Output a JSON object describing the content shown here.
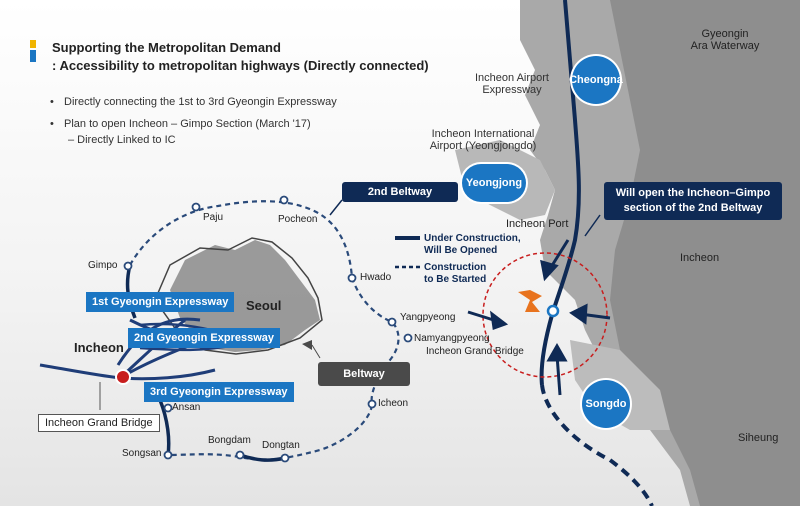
{
  "header": {
    "title_line1": "Supporting the Metropolitan Demand",
    "title_line2": ": Accessibility to metropolitan highways (Directly connected)",
    "bullet1": "Directly connecting the 1st to 3rd Gyeongin Expressway",
    "bullet2": "Plan to open Incheon – Gimpo Section (March '17)",
    "bullet2_sub": "– Directly Linked to IC"
  },
  "legend": {
    "solid_line1": "Under Construction,",
    "solid_line2": "Will Be Opened",
    "dashed_line1": "Construction",
    "dashed_line2": "to Be Started"
  },
  "callouts": {
    "second_beltway": "2nd Beltway",
    "beltway": "Beltway",
    "incheon_gimpo_line1": "Will open the Incheon–Gimpo",
    "incheon_gimpo_line2": "section of the 2nd Beltway",
    "incheon_grand_bridge_box": "Incheon Grand Bridge"
  },
  "expressways": {
    "first": "1st Gyeongin Expressway",
    "second": "2nd Gyeongin Expressway",
    "third": "3rd Gyeongin Expressway"
  },
  "cities": {
    "cheongna": "Cheongna",
    "yeongjong": "Yeongjong",
    "songdo": "Songdo"
  },
  "places": {
    "gyeongin_ara_1": "Gyeongin",
    "gyeongin_ara_2": "Ara Waterway",
    "airport_exp_1": "Incheon Airport",
    "airport_exp_2": "Expressway",
    "intl_airport_1": "Incheon International",
    "intl_airport_2": "Airport (Yeongjongdo)",
    "incheon_port": "Incheon Port",
    "incheon_east": "Incheon",
    "siheung": "Siheung",
    "seoul": "Seoul",
    "incheon_west": "Incheon",
    "paju": "Paju",
    "pocheon": "Pocheon",
    "gimpo": "Gimpo",
    "hwado": "Hwado",
    "yangpyeong": "Yangpyeong",
    "namyangpyeong": "Namyangpyeong",
    "incheon_grand_bridge": "Incheon Grand Bridge",
    "icheon": "Icheon",
    "ansan": "Ansan",
    "bongdam": "Bongdam",
    "dongtan": "Dongtan",
    "songsan": "Songsan"
  },
  "colors": {
    "navy": "#0f2a55",
    "blue": "#1b76c3",
    "land": "#9a9a9a",
    "red_marker": "#c81e1e",
    "orange_mark": "#e8731e"
  }
}
